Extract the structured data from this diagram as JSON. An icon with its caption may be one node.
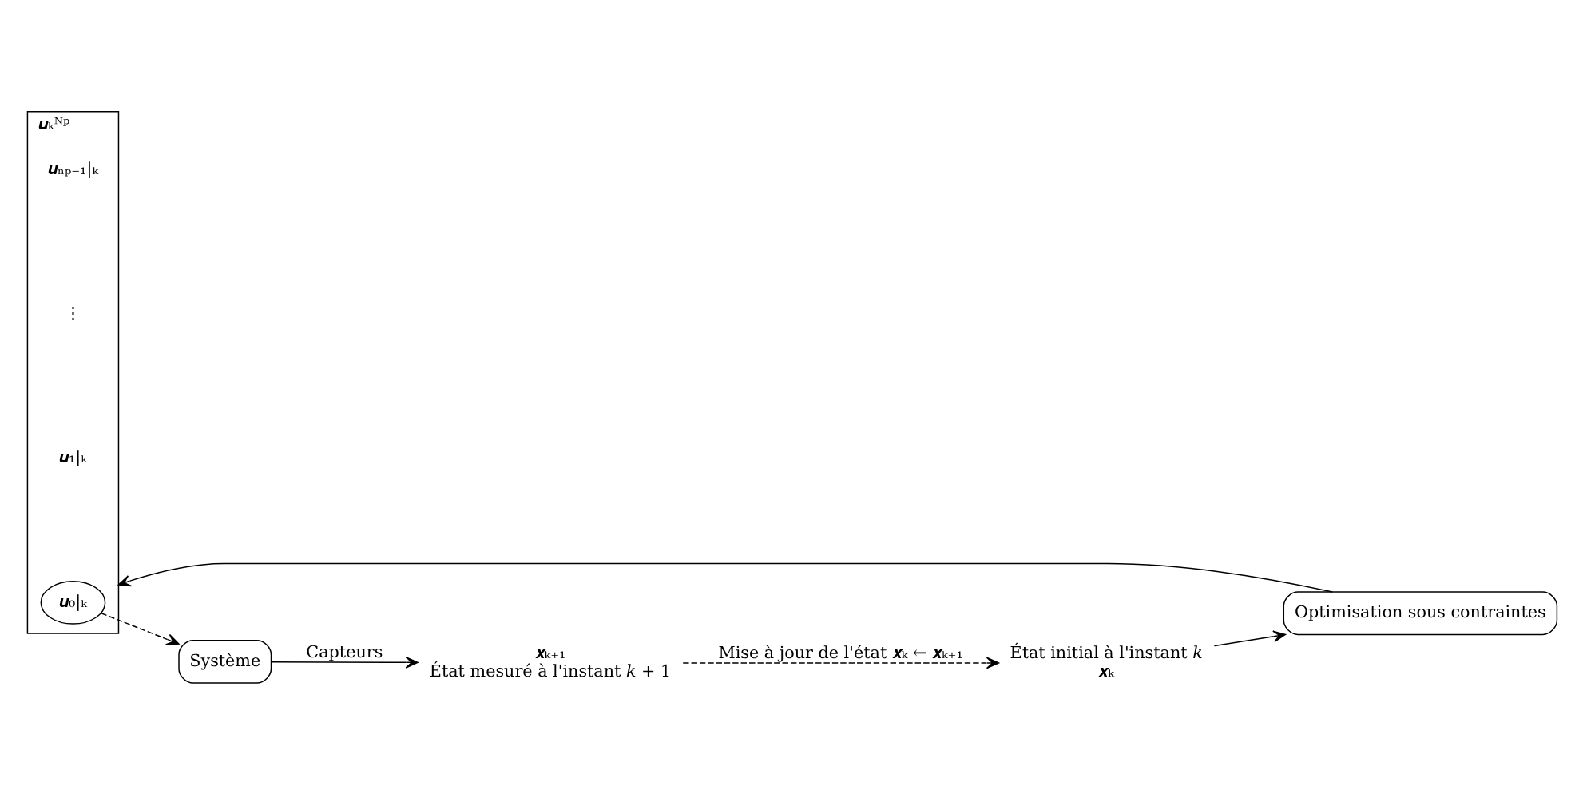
{
  "diagram": {
    "nodes": [
      {
        "text": [
          "𝒙ₖ"
        ],
        "beside": [
          "État initial à l'instant 𝑘"
        ]
      },
      {
        "text": [
          "Optimisation sous contraintes"
        ]
      },
      {
        "text": [
          "𝒖ₖᴺᵖ"
        ]
      },
      {
        "text": [
          "𝒖₀|ₖ"
        ],
        "in": 2
      },
      {
        "text": [
          "Système"
        ]
      },
      {
        "text": [
          "𝒙ₖ₊₁"
        ],
        "beside": [
          "État mesuré à l'instant 𝑘 + 1"
        ]
      }
    ],
    "edges": [
      {
        "from": 0,
        "to": 1,
        "arrow": "to"
      },
      {
        "from": 1,
        "to": 2,
        "arrow": "to"
      },
      {
        "from": 3,
        "to": 4,
        "arrow": "to",
        "style": "dashed"
      },
      {
        "from": 4,
        "to": 5,
        "arrow": "to",
        "label": "Capteurs"
      },
      {
        "from": 5,
        "to": 0,
        "arrow": "to",
        "style": "dashed",
        "label": "Mise à jour de l'état 𝒙ₖ ← 𝒙ₖ₊₁"
      }
    ],
    "labels": [
      "𝒖₁|ₖ",
      "⋮",
      "𝒖ₙₚ₋₁|ₖ"
    ]
  }
}
